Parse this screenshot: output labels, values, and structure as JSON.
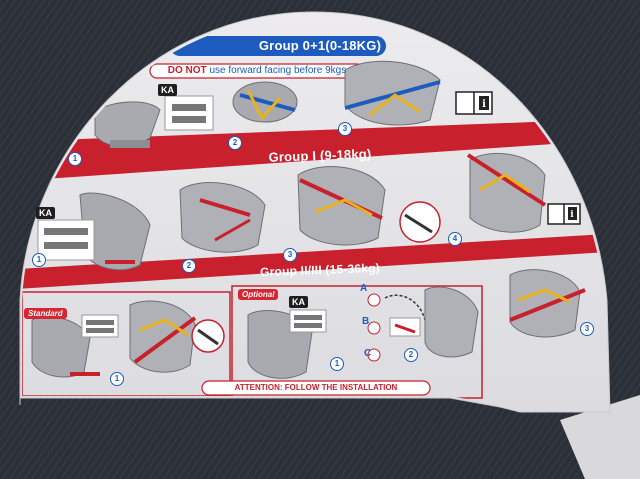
{
  "label": {
    "header": "Group 0+1(0-18KG)",
    "warning_strong": "DO NOT",
    "warning_rest": " use forward facing before 9kgs",
    "group_1": "Group I (9-18kg)",
    "group_2": "Group II/III (15-36kg)",
    "standard": "Standard",
    "optional": "Optional",
    "attention": "ATTENTION: FOLLOW THE INSTALLATION",
    "ka": "KA",
    "letters": [
      "A",
      "B",
      "C"
    ],
    "steps": [
      "1",
      "2",
      "3",
      "4"
    ]
  },
  "colors": {
    "background_fabric": "#2a2e36",
    "label_panel": "#e8e8ea",
    "band_red": "#c8202c",
    "header_blue": "#1d5bbf",
    "seat_gray": "#a9aaaf",
    "belt_yellow": "#e8b21a"
  },
  "icons": [
    "book-info-icon"
  ]
}
